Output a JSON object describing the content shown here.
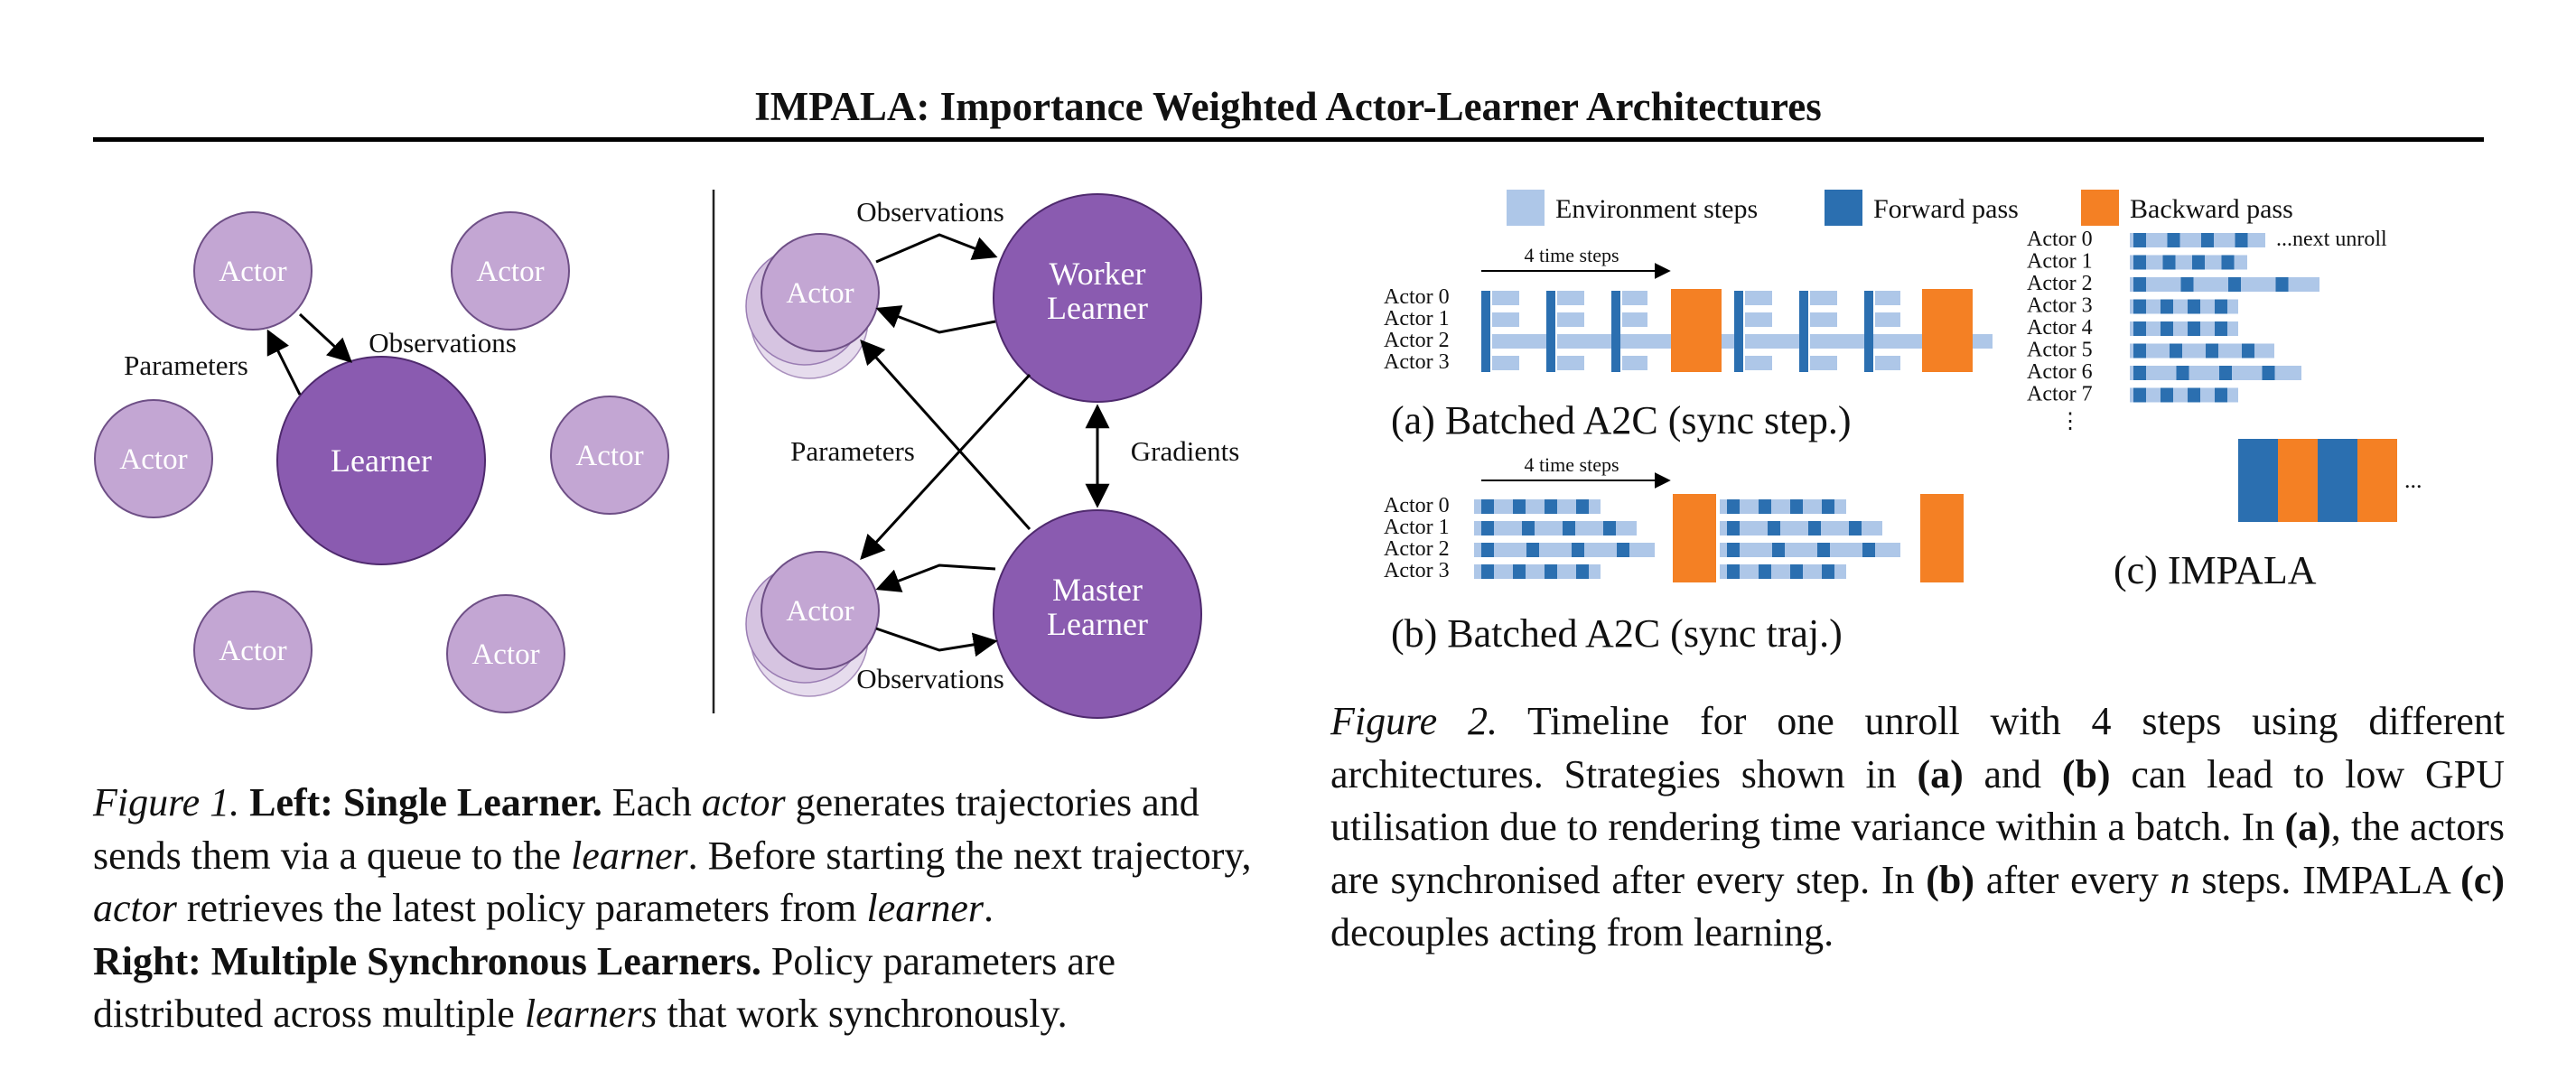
{
  "page": {
    "title": "IMPALA: Importance Weighted Actor-Learner Architectures"
  },
  "figure1": {
    "left": {
      "actor_label": "Actor",
      "learner_label": "Learner",
      "parameters_label": "Parameters",
      "observations_label": "Observations"
    },
    "right": {
      "actor_label": "Actor",
      "worker_learner": [
        "Worker",
        "Learner"
      ],
      "master_learner": [
        "Master",
        "Learner"
      ],
      "observations_top": "Observations",
      "observations_bottom": "Observations",
      "parameters_label": "Parameters",
      "gradients_label": "Gradients"
    }
  },
  "figure2": {
    "legend": {
      "env": "Environment steps",
      "forward": "Forward pass",
      "backward": "Backward pass"
    },
    "colors": {
      "env": "#aec7e8",
      "forward": "#2b6fb0",
      "backward": "#f48024"
    },
    "a": {
      "caption": "(a) Batched A2C (sync step.)",
      "time_label": "4 time steps",
      "actors": [
        "Actor 0",
        "Actor 1",
        "Actor 2",
        "Actor 3"
      ]
    },
    "b": {
      "caption": "(b) Batched A2C (sync traj.)",
      "time_label": "4 time steps",
      "actors": [
        "Actor 0",
        "Actor 1",
        "Actor 2",
        "Actor 3"
      ]
    },
    "c": {
      "caption": "(c) IMPALA",
      "actors": [
        "Actor 0",
        "Actor 1",
        "Actor 2",
        "Actor 3",
        "Actor 4",
        "Actor 5",
        "Actor 6",
        "Actor 7"
      ],
      "next_unroll": "...next unroll",
      "vdots": "⋮",
      "ellipsis": "..."
    }
  },
  "captions": {
    "fig1": {
      "label": "Figure 1.",
      "left_head": "Left: Single Learner.",
      "t1": " Each ",
      "actor1": "actor",
      "t2": " generates trajectories and sends them via a queue to the ",
      "learner1": "learner",
      "t3": ". Before starting the next trajectory, ",
      "actor2": "actor",
      "t4": " retrieves the latest policy parameters from ",
      "learner2": "learner",
      "t5": ".",
      "right_head": "Right: Multiple Synchronous Learners.",
      "t6": " Policy parameters are distributed across multiple ",
      "learners": "learners",
      "t7": " that work synchronously."
    },
    "fig2": {
      "label": "Figure 2.",
      "t1": " Timeline for one unroll with 4 steps using different architectures. Strategies shown in ",
      "a": "(a)",
      "t2": " and ",
      "b": "(b)",
      "t3": " can lead to low GPU utilisation due to rendering time variance within a batch. In ",
      "a2": "(a)",
      "t4": ", the actors are synchronised after every step. In ",
      "b2": "(b)",
      "t5": " after every ",
      "n": "n",
      "t6": " steps. IMPALA ",
      "c": "(c)",
      "t7": " decouples acting from learning."
    }
  }
}
